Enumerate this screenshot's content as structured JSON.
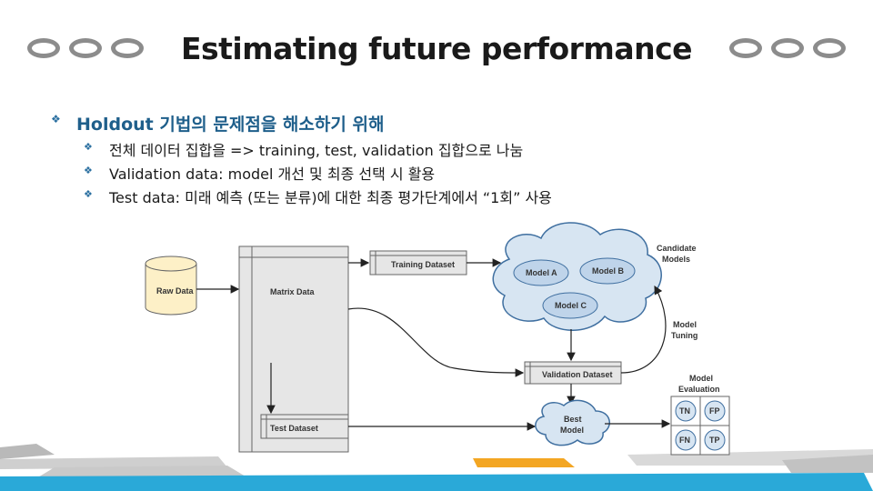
{
  "title": "Estimating future performance",
  "bullets": {
    "main": "Holdout 기법의 문제점을 해소하기 위해",
    "subs": [
      "전체 데이터 집합을 => training, test, validation 집합으로 나눔",
      "Validation data: model 개선 및 최종 선택 시 활용",
      "Test data: 미래 예측 (또는 분류)에 대한 최종 평가단계에서 “1회” 사용"
    ]
  },
  "diagram": {
    "raw_data": "Raw Data",
    "matrix_data": "Matrix Data",
    "training_dataset": "Training Dataset",
    "validation_dataset": "Validation Dataset",
    "test_dataset": "Test Dataset",
    "candidate_models": [
      "Candidate",
      "Models"
    ],
    "model_a": "Model A",
    "model_b": "Model B",
    "model_c": "Model C",
    "model_tuning": [
      "Model",
      "Tuning"
    ],
    "model_evaluation": [
      "Model",
      "Evaluation"
    ],
    "best_model": [
      "Best",
      "Model"
    ],
    "confusion": [
      "TN",
      "FP",
      "FN",
      "TP"
    ]
  },
  "colors": {
    "title_bullet": "#1f5f8b",
    "raw_data_fill": "#fdf0c7",
    "cloud_fill": "#d7e5f2",
    "cloud_stroke": "#3f6fa0",
    "box_fill": "#e6e6e6"
  }
}
